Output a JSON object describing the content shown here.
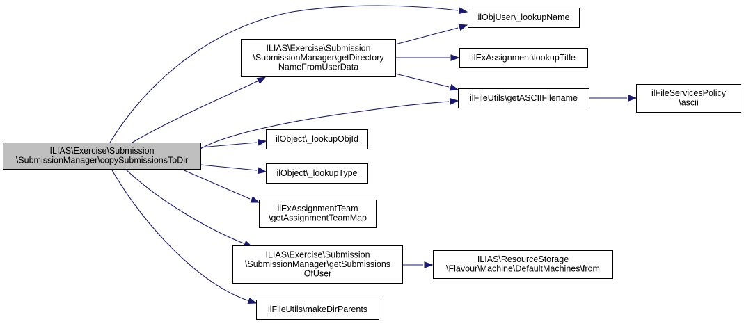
{
  "diagram": {
    "nodes": [
      {
        "id": "root",
        "name": "node-copy-submissions-to-dir",
        "lines": [
          "ILIAS\\Exercise\\Submission",
          "\\SubmissionManager\\copySubmissionsToDir"
        ],
        "highlight": true
      },
      {
        "id": "lookupName",
        "name": "node-lookup-name",
        "lines": [
          "ilObjUser\\_lookupName"
        ]
      },
      {
        "id": "getDirName",
        "name": "node-get-directory-name",
        "lines": [
          "ILIAS\\Exercise\\Submission",
          "\\SubmissionManager\\getDirectory",
          "NameFromUserData"
        ]
      },
      {
        "id": "lookupTitle",
        "name": "node-lookup-title",
        "lines": [
          "ilExAssignment\\lookupTitle"
        ]
      },
      {
        "id": "getASCII",
        "name": "node-get-ascii-filename",
        "lines": [
          "ilFileUtils\\getASCIIFilename"
        ]
      },
      {
        "id": "ascii",
        "name": "node-file-services-policy-ascii",
        "lines": [
          "ilFileServicesPolicy",
          "\\ascii"
        ]
      },
      {
        "id": "lookupObjId",
        "name": "node-lookup-obj-id",
        "lines": [
          "ilObject\\_lookupObjId"
        ]
      },
      {
        "id": "lookupType",
        "name": "node-lookup-type",
        "lines": [
          "ilObject\\_lookupType"
        ]
      },
      {
        "id": "teamMap",
        "name": "node-get-assignment-team-map",
        "lines": [
          "ilExAssignmentTeam",
          "\\getAssignmentTeamMap"
        ]
      },
      {
        "id": "getSubs",
        "name": "node-get-submissions-of-user",
        "lines": [
          "ILIAS\\Exercise\\Submission",
          "\\SubmissionManager\\getSubmissions",
          "OfUser"
        ]
      },
      {
        "id": "from",
        "name": "node-default-machines-from",
        "lines": [
          "ILIAS\\ResourceStorage",
          "\\Flavour\\Machine\\DefaultMachines\\from"
        ]
      },
      {
        "id": "makeDir",
        "name": "node-make-dir-parents",
        "lines": [
          "ilFileUtils\\makeDirParents"
        ]
      }
    ],
    "edges": [
      {
        "from": "root",
        "to": "lookupName"
      },
      {
        "from": "root",
        "to": "getDirName"
      },
      {
        "from": "root",
        "to": "getASCII"
      },
      {
        "from": "root",
        "to": "lookupObjId"
      },
      {
        "from": "root",
        "to": "lookupType"
      },
      {
        "from": "root",
        "to": "teamMap"
      },
      {
        "from": "root",
        "to": "getSubs"
      },
      {
        "from": "root",
        "to": "makeDir"
      },
      {
        "from": "getDirName",
        "to": "lookupName"
      },
      {
        "from": "getDirName",
        "to": "lookupTitle"
      },
      {
        "from": "getDirName",
        "to": "getASCII"
      },
      {
        "from": "getASCII",
        "to": "ascii"
      },
      {
        "from": "getSubs",
        "to": "from"
      }
    ],
    "colors": {
      "edge": "#191970",
      "node_border": "#000000",
      "highlight_fill": "#bfbfbf",
      "node_fill": "#ffffff"
    }
  }
}
